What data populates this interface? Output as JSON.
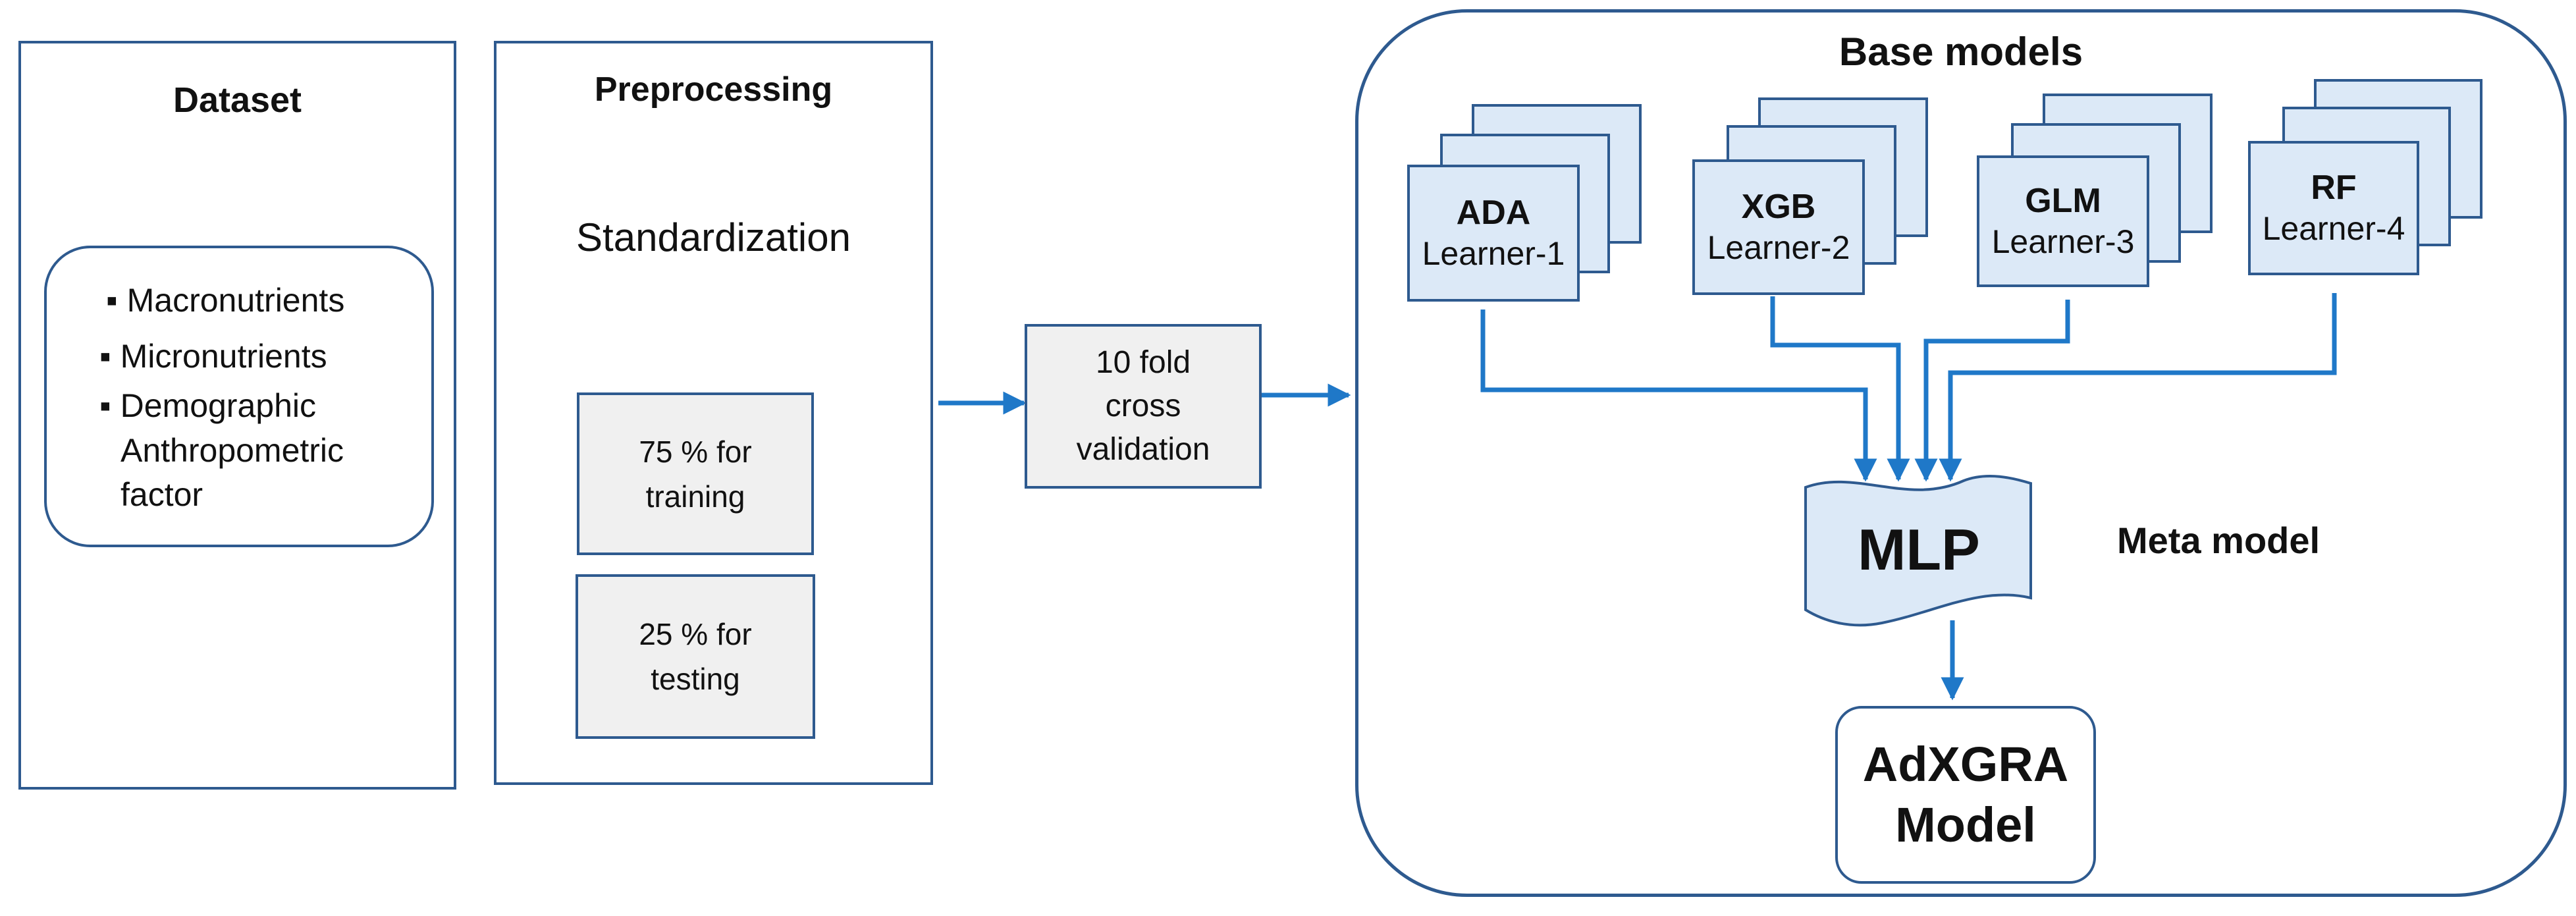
{
  "dataset": {
    "title": "Dataset",
    "items": [
      "Macronutrients",
      "Micronutrients",
      "Demographic",
      "Anthropometric",
      "factor"
    ]
  },
  "preprocessing": {
    "title": "Preprocessing",
    "step": "Standardization",
    "train": [
      "75 % for",
      "training"
    ],
    "test": [
      "25 % for",
      "testing"
    ]
  },
  "cv": {
    "lines": [
      "10 fold",
      "cross",
      "validation"
    ]
  },
  "base_models": {
    "title": "Base models",
    "learners": [
      {
        "name": "ADA",
        "label": "Learner-1"
      },
      {
        "name": "XGB",
        "label": "Learner-2"
      },
      {
        "name": "GLM",
        "label": "Learner-3"
      },
      {
        "name": "RF",
        "label": "Learner-4"
      }
    ]
  },
  "meta": {
    "node": "MLP",
    "label": "Meta model"
  },
  "final": {
    "lines": [
      "AdXGRA",
      "Model"
    ]
  },
  "colors": {
    "border": "#2e5a8f",
    "arrow": "#1f78c8",
    "learner_fill": "#dce9f7",
    "box_fill": "#f0f0f0"
  }
}
